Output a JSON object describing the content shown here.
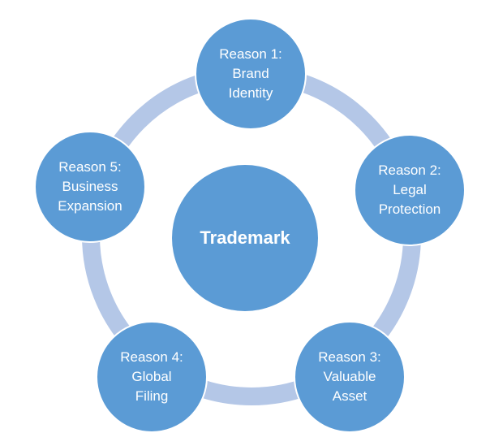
{
  "diagram": {
    "center": {
      "label": "Trademark"
    },
    "nodes": [
      {
        "lines": [
          "Reason 1:",
          "Brand",
          "Identity"
        ]
      },
      {
        "lines": [
          "Reason 2:",
          "Legal",
          "Protection"
        ]
      },
      {
        "lines": [
          "Reason 3:",
          "Valuable",
          "Asset"
        ]
      },
      {
        "lines": [
          "Reason 4:",
          "Global",
          "Filing"
        ]
      },
      {
        "lines": [
          "Reason 5:",
          "Business",
          "Expansion"
        ]
      }
    ],
    "colors": {
      "node_fill": "#5b9bd5",
      "ring": "#b4c7e7",
      "text": "#ffffff"
    }
  }
}
